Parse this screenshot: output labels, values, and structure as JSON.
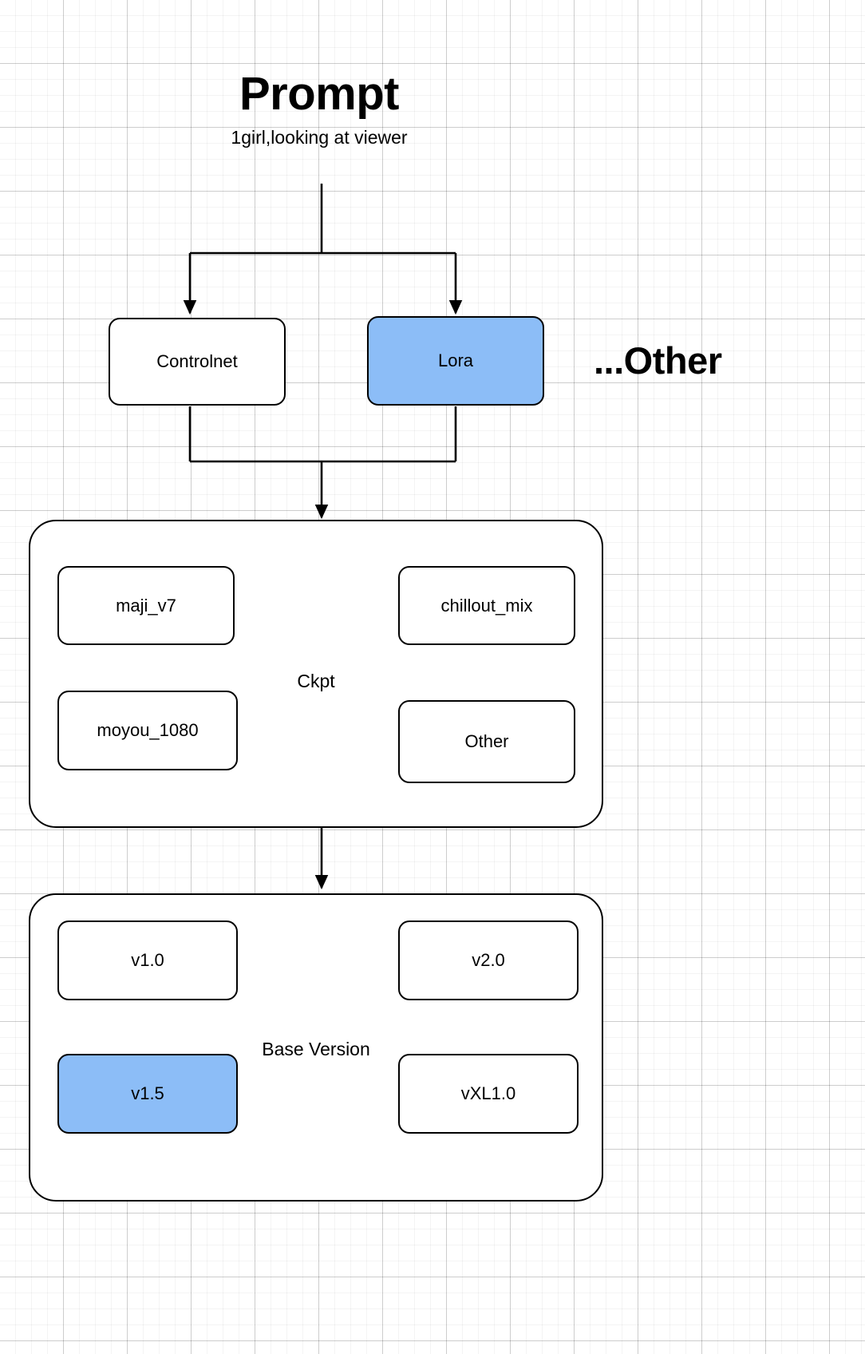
{
  "diagram": {
    "title": "Prompt",
    "subtitle": "1girl,looking at viewer",
    "other_label": "...Other",
    "colors": {
      "selected_fill": "#8cbdf7",
      "node_stroke": "#000000",
      "canvas_bg": "#ffffff",
      "grid_minor": "#f2f2f2",
      "grid_major": "#e0e0e0"
    },
    "stage_one": {
      "nodes": [
        {
          "label": "Controlnet",
          "selected": false
        },
        {
          "label": "Lora",
          "selected": true
        }
      ]
    },
    "ckpt_group": {
      "label": "Ckpt",
      "nodes": [
        {
          "label": "maji_v7",
          "selected": false
        },
        {
          "label": "chillout_mix",
          "selected": false
        },
        {
          "label": "moyou_1080",
          "selected": false
        },
        {
          "label": "Other",
          "selected": false
        }
      ]
    },
    "base_version_group": {
      "label": "Base Version",
      "nodes": [
        {
          "label": "v1.0",
          "selected": false
        },
        {
          "label": "v2.0",
          "selected": false
        },
        {
          "label": "v1.5",
          "selected": true
        },
        {
          "label": "vXL1.0",
          "selected": false
        }
      ]
    }
  }
}
